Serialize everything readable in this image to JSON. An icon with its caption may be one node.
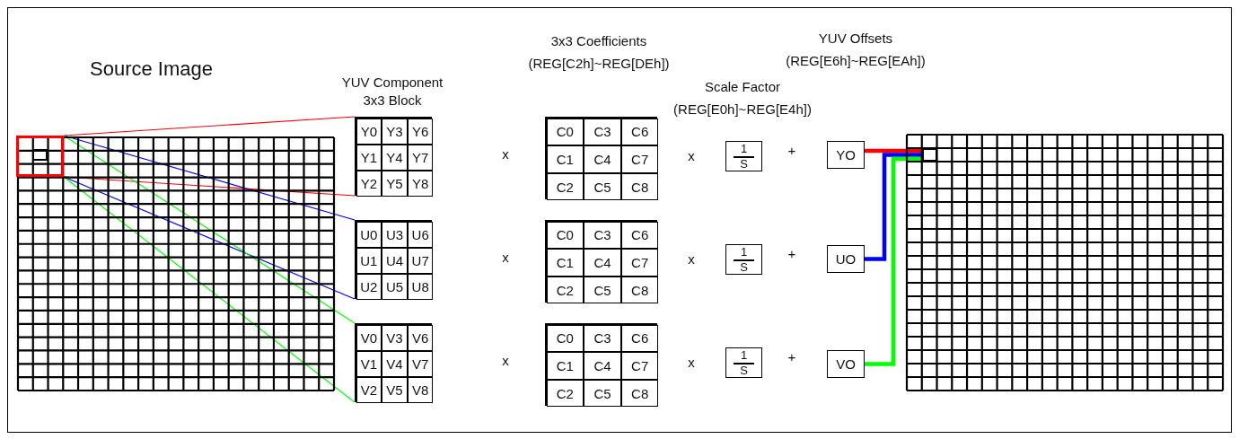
{
  "diagram": {
    "nodes": [
      {
        "text": [],
        "shape": "grid"
      },
      {
        "text": [],
        "shape": "box",
        "in": 0
      },
      {
        "text": [],
        "shape": "grid"
      },
      {
        "text": [
          "Y0"
        ],
        "in": 2
      },
      {
        "text": [
          "Y3"
        ],
        "in": 2
      },
      {
        "text": [
          "Y6"
        ],
        "in": 2
      },
      {
        "text": [
          "Y1"
        ],
        "in": 2
      },
      {
        "text": [
          "Y4"
        ],
        "in": 2
      },
      {
        "text": [
          "Y7"
        ],
        "in": 2
      },
      {
        "text": [
          "Y2"
        ],
        "in": 2
      },
      {
        "text": [
          "Y5"
        ],
        "in": 2
      },
      {
        "text": [
          "Y8"
        ],
        "in": 2
      },
      {
        "text": [],
        "shape": "grid"
      },
      {
        "text": [
          "U0"
        ],
        "in": 12
      },
      {
        "text": [
          "U3"
        ],
        "in": 12
      },
      {
        "text": [
          "U6"
        ],
        "in": 12
      },
      {
        "text": [
          "U1"
        ],
        "in": 12
      },
      {
        "text": [
          "U4"
        ],
        "in": 12
      },
      {
        "text": [
          "U7"
        ],
        "in": 12
      },
      {
        "text": [
          "U2"
        ],
        "in": 12
      },
      {
        "text": [
          "U5"
        ],
        "in": 12
      },
      {
        "text": [
          "U8"
        ],
        "in": 12
      },
      {
        "text": [],
        "shape": "grid"
      },
      {
        "text": [
          "V0"
        ],
        "in": 22
      },
      {
        "text": [
          "V3"
        ],
        "in": 22
      },
      {
        "text": [
          "V6"
        ],
        "in": 22
      },
      {
        "text": [
          "V1"
        ],
        "in": 22
      },
      {
        "text": [
          "V4"
        ],
        "in": 22
      },
      {
        "text": [
          "V7"
        ],
        "in": 22
      },
      {
        "text": [
          "V2"
        ],
        "in": 22
      },
      {
        "text": [
          "V5"
        ],
        "in": 22
      },
      {
        "text": [
          "V8"
        ],
        "in": 22
      },
      {
        "text": [],
        "shape": "grid"
      },
      {
        "text": [
          "C0"
        ],
        "in": 32
      },
      {
        "text": [
          "C3"
        ],
        "in": 32
      },
      {
        "text": [
          "C6"
        ],
        "in": 32
      },
      {
        "text": [
          "C1"
        ],
        "in": 32
      },
      {
        "text": [
          "C4"
        ],
        "in": 32
      },
      {
        "text": [
          "C7"
        ],
        "in": 32
      },
      {
        "text": [
          "C2"
        ],
        "in": 32
      },
      {
        "text": [
          "C5"
        ],
        "in": 32
      },
      {
        "text": [
          "C8"
        ],
        "in": 32
      },
      {
        "text": [],
        "shape": "grid"
      },
      {
        "text": [
          "C0"
        ],
        "in": 42
      },
      {
        "text": [
          "C3"
        ],
        "in": 42
      },
      {
        "text": [
          "C6"
        ],
        "in": 42
      },
      {
        "text": [
          "C1"
        ],
        "in": 42
      },
      {
        "text": [
          "C4"
        ],
        "in": 42
      },
      {
        "text": [
          "C7"
        ],
        "in": 42
      },
      {
        "text": [
          "C2"
        ],
        "in": 42
      },
      {
        "text": [
          "C5"
        ],
        "in": 42
      },
      {
        "text": [
          "C8"
        ],
        "in": 42
      },
      {
        "text": [],
        "shape": "grid"
      },
      {
        "text": [
          "C0"
        ],
        "in": 52
      },
      {
        "text": [
          "C3"
        ],
        "in": 52
      },
      {
        "text": [
          "C6"
        ],
        "in": 52
      },
      {
        "text": [
          "C1"
        ],
        "in": 52
      },
      {
        "text": [
          "C4"
        ],
        "in": 52
      },
      {
        "text": [
          "C7"
        ],
        "in": 52
      },
      {
        "text": [
          "C2"
        ],
        "in": 52
      },
      {
        "text": [
          "C5"
        ],
        "in": 52
      },
      {
        "text": [
          "C8"
        ],
        "in": 52
      },
      {
        "text": [
          "1",
          "S"
        ]
      },
      {
        "text": [
          "1",
          "S"
        ]
      },
      {
        "text": [
          "1",
          "S"
        ]
      },
      {
        "text": [
          "YO"
        ]
      },
      {
        "text": [
          "UO"
        ]
      },
      {
        "text": [
          "VO"
        ]
      },
      {
        "text": [],
        "shape": "grid"
      },
      {
        "text": [],
        "shape": "box",
        "in": 68
      }
    ],
    "edges": [
      {
        "from": 1,
        "to": 2,
        "arrow": "none",
        "color": "#ff0000"
      },
      {
        "from": 1,
        "to": 2,
        "arrow": "none",
        "color": "#ff0000"
      },
      {
        "from": 1,
        "to": 12,
        "arrow": "none",
        "color": "#0000ff"
      },
      {
        "from": 1,
        "to": 12,
        "arrow": "none",
        "color": "#0000ff"
      },
      {
        "from": 1,
        "to": 22,
        "arrow": "none",
        "color": "#00ff00"
      },
      {
        "from": 1,
        "to": 22,
        "arrow": "none",
        "color": "#00ff00"
      },
      {
        "from": 65,
        "to": 69,
        "arrow": "none",
        "style": "thick",
        "color": "#ff0000"
      },
      {
        "from": 66,
        "to": 69,
        "arrow": "none",
        "style": "thick",
        "color": "#0000ff"
      },
      {
        "from": 67,
        "to": 69,
        "arrow": "none",
        "style": "thick",
        "color": "#00ff00"
      }
    ],
    "labels": [
      "3x3 Coefficients (REG[C2h]~REG[DEh])",
      "YUV Offsets (REG[E6h]~REG[EAh])",
      "Source Image",
      "YUV Component 3x3 Block",
      "Scale Factor (REG[E0h]~REG[E4h])",
      "x",
      "x",
      "+",
      "x",
      "x",
      "+",
      "x",
      "x",
      "+"
    ]
  }
}
